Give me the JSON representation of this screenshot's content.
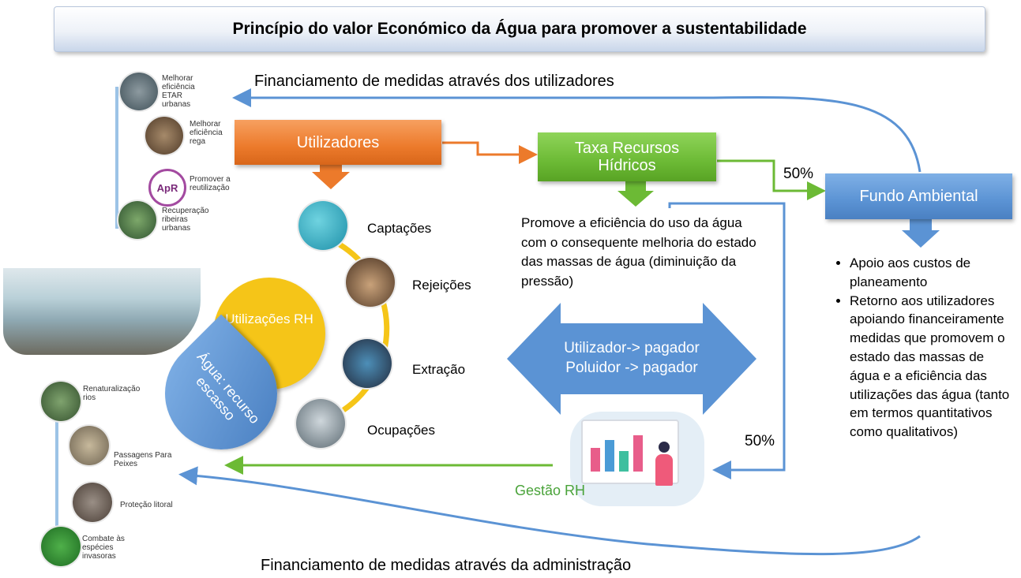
{
  "title": "Princípio do valor Económico da Água para promover a sustentabilidade",
  "top_caption": "Financiamento de medidas através dos utilizadores",
  "bottom_caption": "Financiamento de medidas através da administração",
  "boxes": {
    "utilizadores": "Utilizadores",
    "taxa": "Taxa Recursos Hídricos",
    "fundo": "Fundo Ambiental"
  },
  "percent_top": "50%",
  "percent_bottom": "50%",
  "uses": [
    "Captações",
    "Rejeições",
    "Extração",
    "Ocupações"
  ],
  "circle_label": "Utilizações RH",
  "drop_label": "Água: recurso escasso",
  "promotes_text": "Promove a eficiência do uso da água com o consequente melhoria do estado das massas de água (diminuição da pressão)",
  "arrow_lines": [
    "Utilizador-> pagador",
    "Poluidor -> pagador"
  ],
  "gestao_label": "Gestão RH",
  "fundo_bullets": [
    "Apoio aos custos de planeamento",
    "Retorno aos utilizadores apoiando financeiramente medidas que promovem o estado das massas de água e a eficiência das utilizações das água (tanto em termos quantitativos como qualitativos)"
  ],
  "top_measures": [
    "Melhorar eficiência ETAR urbanas",
    "Melhorar eficiência rega",
    "Promover a reutilização",
    "Recuperação ribeiras urbanas"
  ],
  "apr_logo": "ApR",
  "bottom_measures": [
    "Renaturalização rios",
    "Passagens Para Peixes",
    "Proteção litoral",
    "Combate às espécies invasoras"
  ],
  "colors": {
    "orange": "#ec7a2b",
    "green": "#6cba35",
    "blue": "#5b93d4",
    "yellow": "#f5c518",
    "gestao_text": "#4aa33a"
  }
}
